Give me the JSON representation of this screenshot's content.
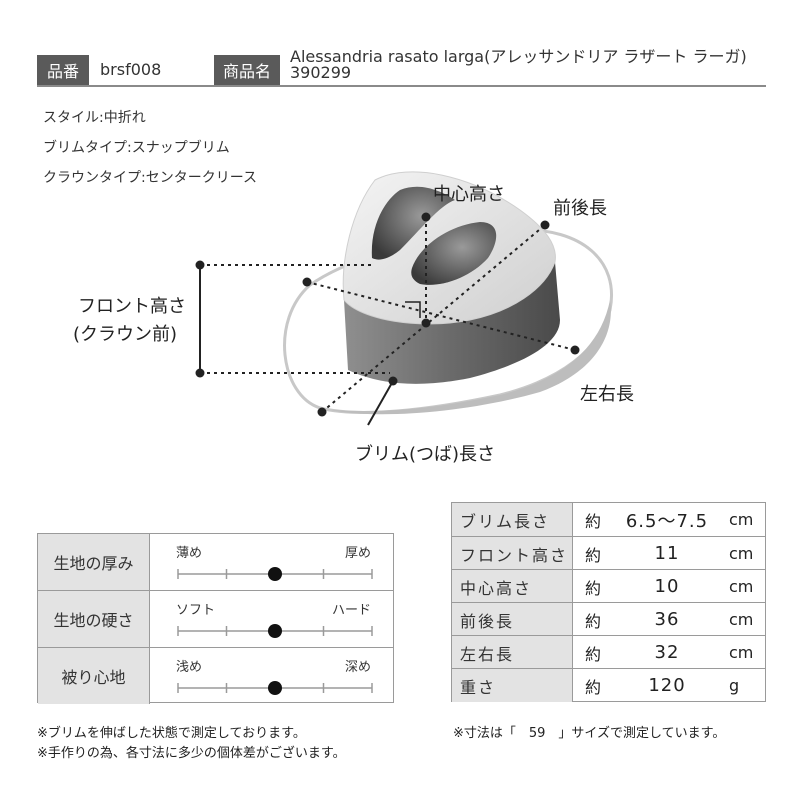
{
  "header": {
    "code_label": "品番",
    "code_value": "brsf008",
    "name_label": "商品名",
    "name_line1": "Alessandria rasato larga(アレッサンドリア ラザート ラーガ)",
    "name_line2": "390299"
  },
  "specs": [
    {
      "text": "スタイル:中折れ"
    },
    {
      "text": "ブリムタイプ:スナップブリム"
    },
    {
      "text": "クラウンタイプ:センタークリース"
    }
  ],
  "diagram_labels": {
    "center_height": "中心高さ",
    "front_back": "前後長",
    "front_height_1": "フロント高さ",
    "front_height_2": "(クラウン前)",
    "left_right": "左右長",
    "brim_length": "ブリム(つば)長さ"
  },
  "feel_table": [
    {
      "label": "生地の厚み",
      "left": "薄め",
      "right": "厚め",
      "level": 0.5
    },
    {
      "label": "生地の硬さ",
      "left": "ソフト",
      "right": "ハード",
      "level": 0.5
    },
    {
      "label": "被り心地",
      "left": "浅め",
      "right": "深め",
      "level": 0.5
    }
  ],
  "size_table": [
    {
      "label": "ブリム長さ",
      "approx": "約",
      "value": "6.5〜7.5",
      "unit": "cm"
    },
    {
      "label": "フロント高さ",
      "approx": "約",
      "value": "11",
      "unit": "cm"
    },
    {
      "label": "中心高さ",
      "approx": "約",
      "value": "10",
      "unit": "cm"
    },
    {
      "label": "前後長",
      "approx": "約",
      "value": "36",
      "unit": "cm"
    },
    {
      "label": "左右長",
      "approx": "約",
      "value": "32",
      "unit": "cm"
    },
    {
      "label": "重さ",
      "approx": "約",
      "value": "120",
      "unit": "g"
    }
  ],
  "notes": {
    "left1": "※ブリムを伸ばした状態で測定しております。",
    "left2": "※手作りの為、各寸法に多少の個体差がございます。",
    "right": "※寸法は「　59　」サイズで測定しています。"
  }
}
